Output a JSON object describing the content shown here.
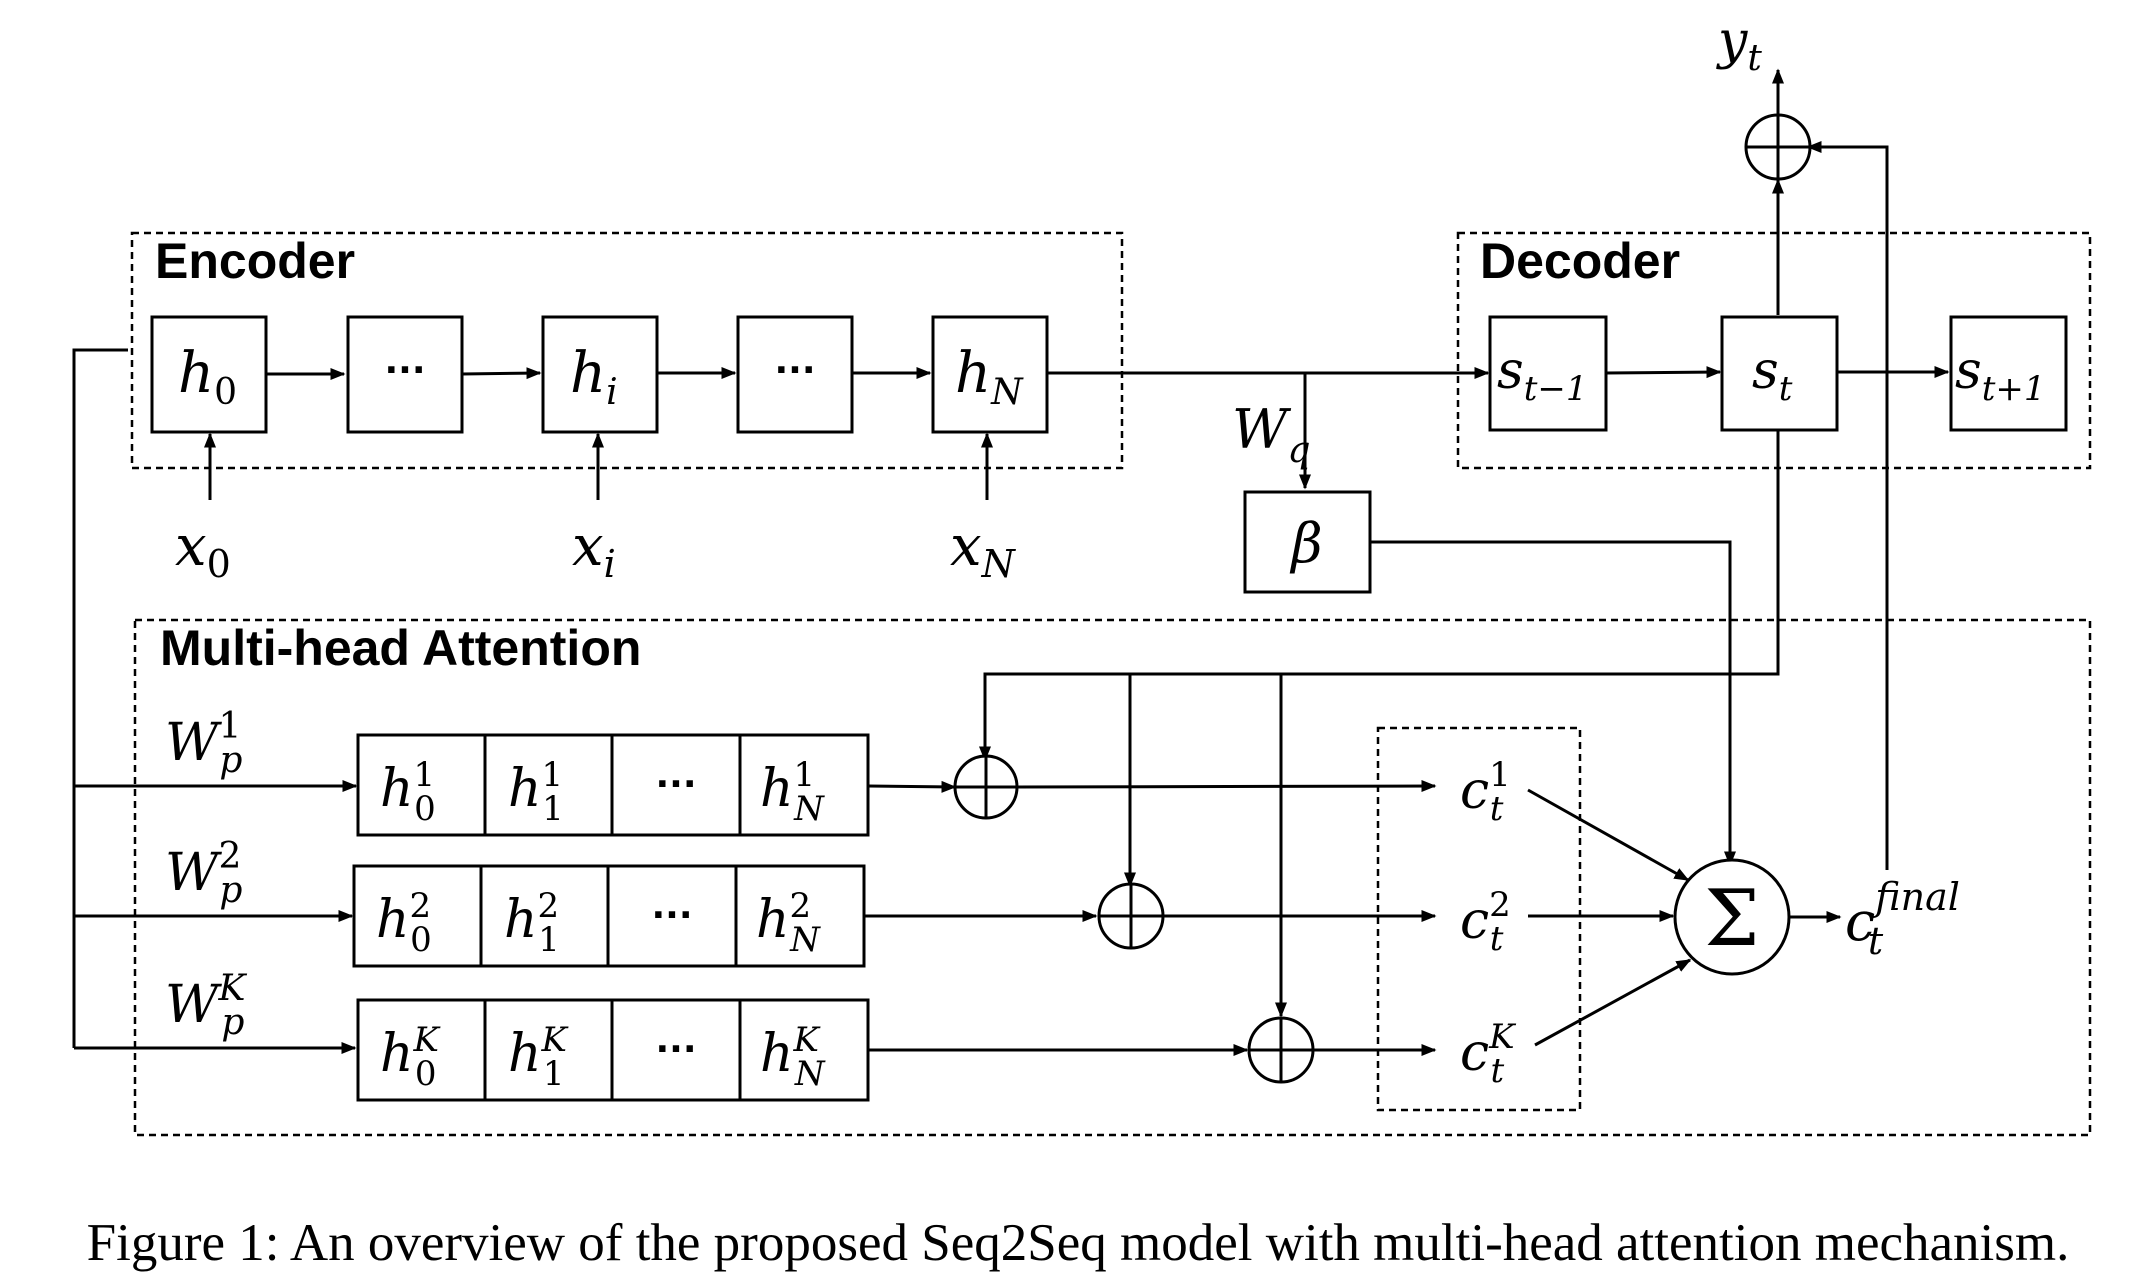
{
  "sections": {
    "encoder": "Encoder",
    "decoder": "Decoder",
    "attention": "Multi-head Attention"
  },
  "ellipsis": "···",
  "encoder": {
    "h0": {
      "base": "h",
      "sub": "0"
    },
    "hi": {
      "base": "h",
      "sub": "i"
    },
    "hN": {
      "base": "h",
      "sub": "N"
    },
    "x0": {
      "base": "x",
      "sub": "0"
    },
    "xi": {
      "base": "x",
      "sub": "i"
    },
    "xN": {
      "base": "x",
      "sub": "N"
    }
  },
  "decoder": {
    "s_prev": {
      "base": "s",
      "sub": "t−1"
    },
    "s_t": {
      "base": "s",
      "sub": "t"
    },
    "s_next": {
      "base": "s",
      "sub": "t+1"
    },
    "y": {
      "base": "y",
      "sub": "t"
    }
  },
  "query": {
    "W": {
      "base": "W",
      "sub": "q"
    },
    "beta": "β"
  },
  "heads": [
    {
      "W": {
        "base": "W",
        "sub": "p",
        "sup": "1"
      },
      "cells": [
        {
          "base": "h",
          "sub": "0",
          "sup": "1"
        },
        {
          "base": "h",
          "sub": "1",
          "sup": "1"
        },
        {
          "base": "h",
          "sub": "N",
          "sup": "1"
        }
      ],
      "c": {
        "base": "c",
        "sub": "t",
        "sup": "1"
      }
    },
    {
      "W": {
        "base": "W",
        "sub": "p",
        "sup": "2"
      },
      "cells": [
        {
          "base": "h",
          "sub": "0",
          "sup": "2"
        },
        {
          "base": "h",
          "sub": "1",
          "sup": "2"
        },
        {
          "base": "h",
          "sub": "N",
          "sup": "2"
        }
      ],
      "c": {
        "base": "c",
        "sub": "t",
        "sup": "2"
      }
    },
    {
      "W": {
        "base": "W",
        "sub": "p",
        "sup": "K"
      },
      "cells": [
        {
          "base": "h",
          "sub": "0",
          "sup": "K"
        },
        {
          "base": "h",
          "sub": "1",
          "sup": "K"
        },
        {
          "base": "h",
          "sub": "N",
          "sup": "K"
        }
      ],
      "c": {
        "base": "c",
        "sub": "t",
        "sup": "K"
      }
    }
  ],
  "sum_symbol": "Σ",
  "final": {
    "base": "c",
    "sub": "t",
    "sup": "final"
  },
  "caption": "Figure 1: An overview of the proposed Seq2Seq model with multi-head attention mechanism."
}
